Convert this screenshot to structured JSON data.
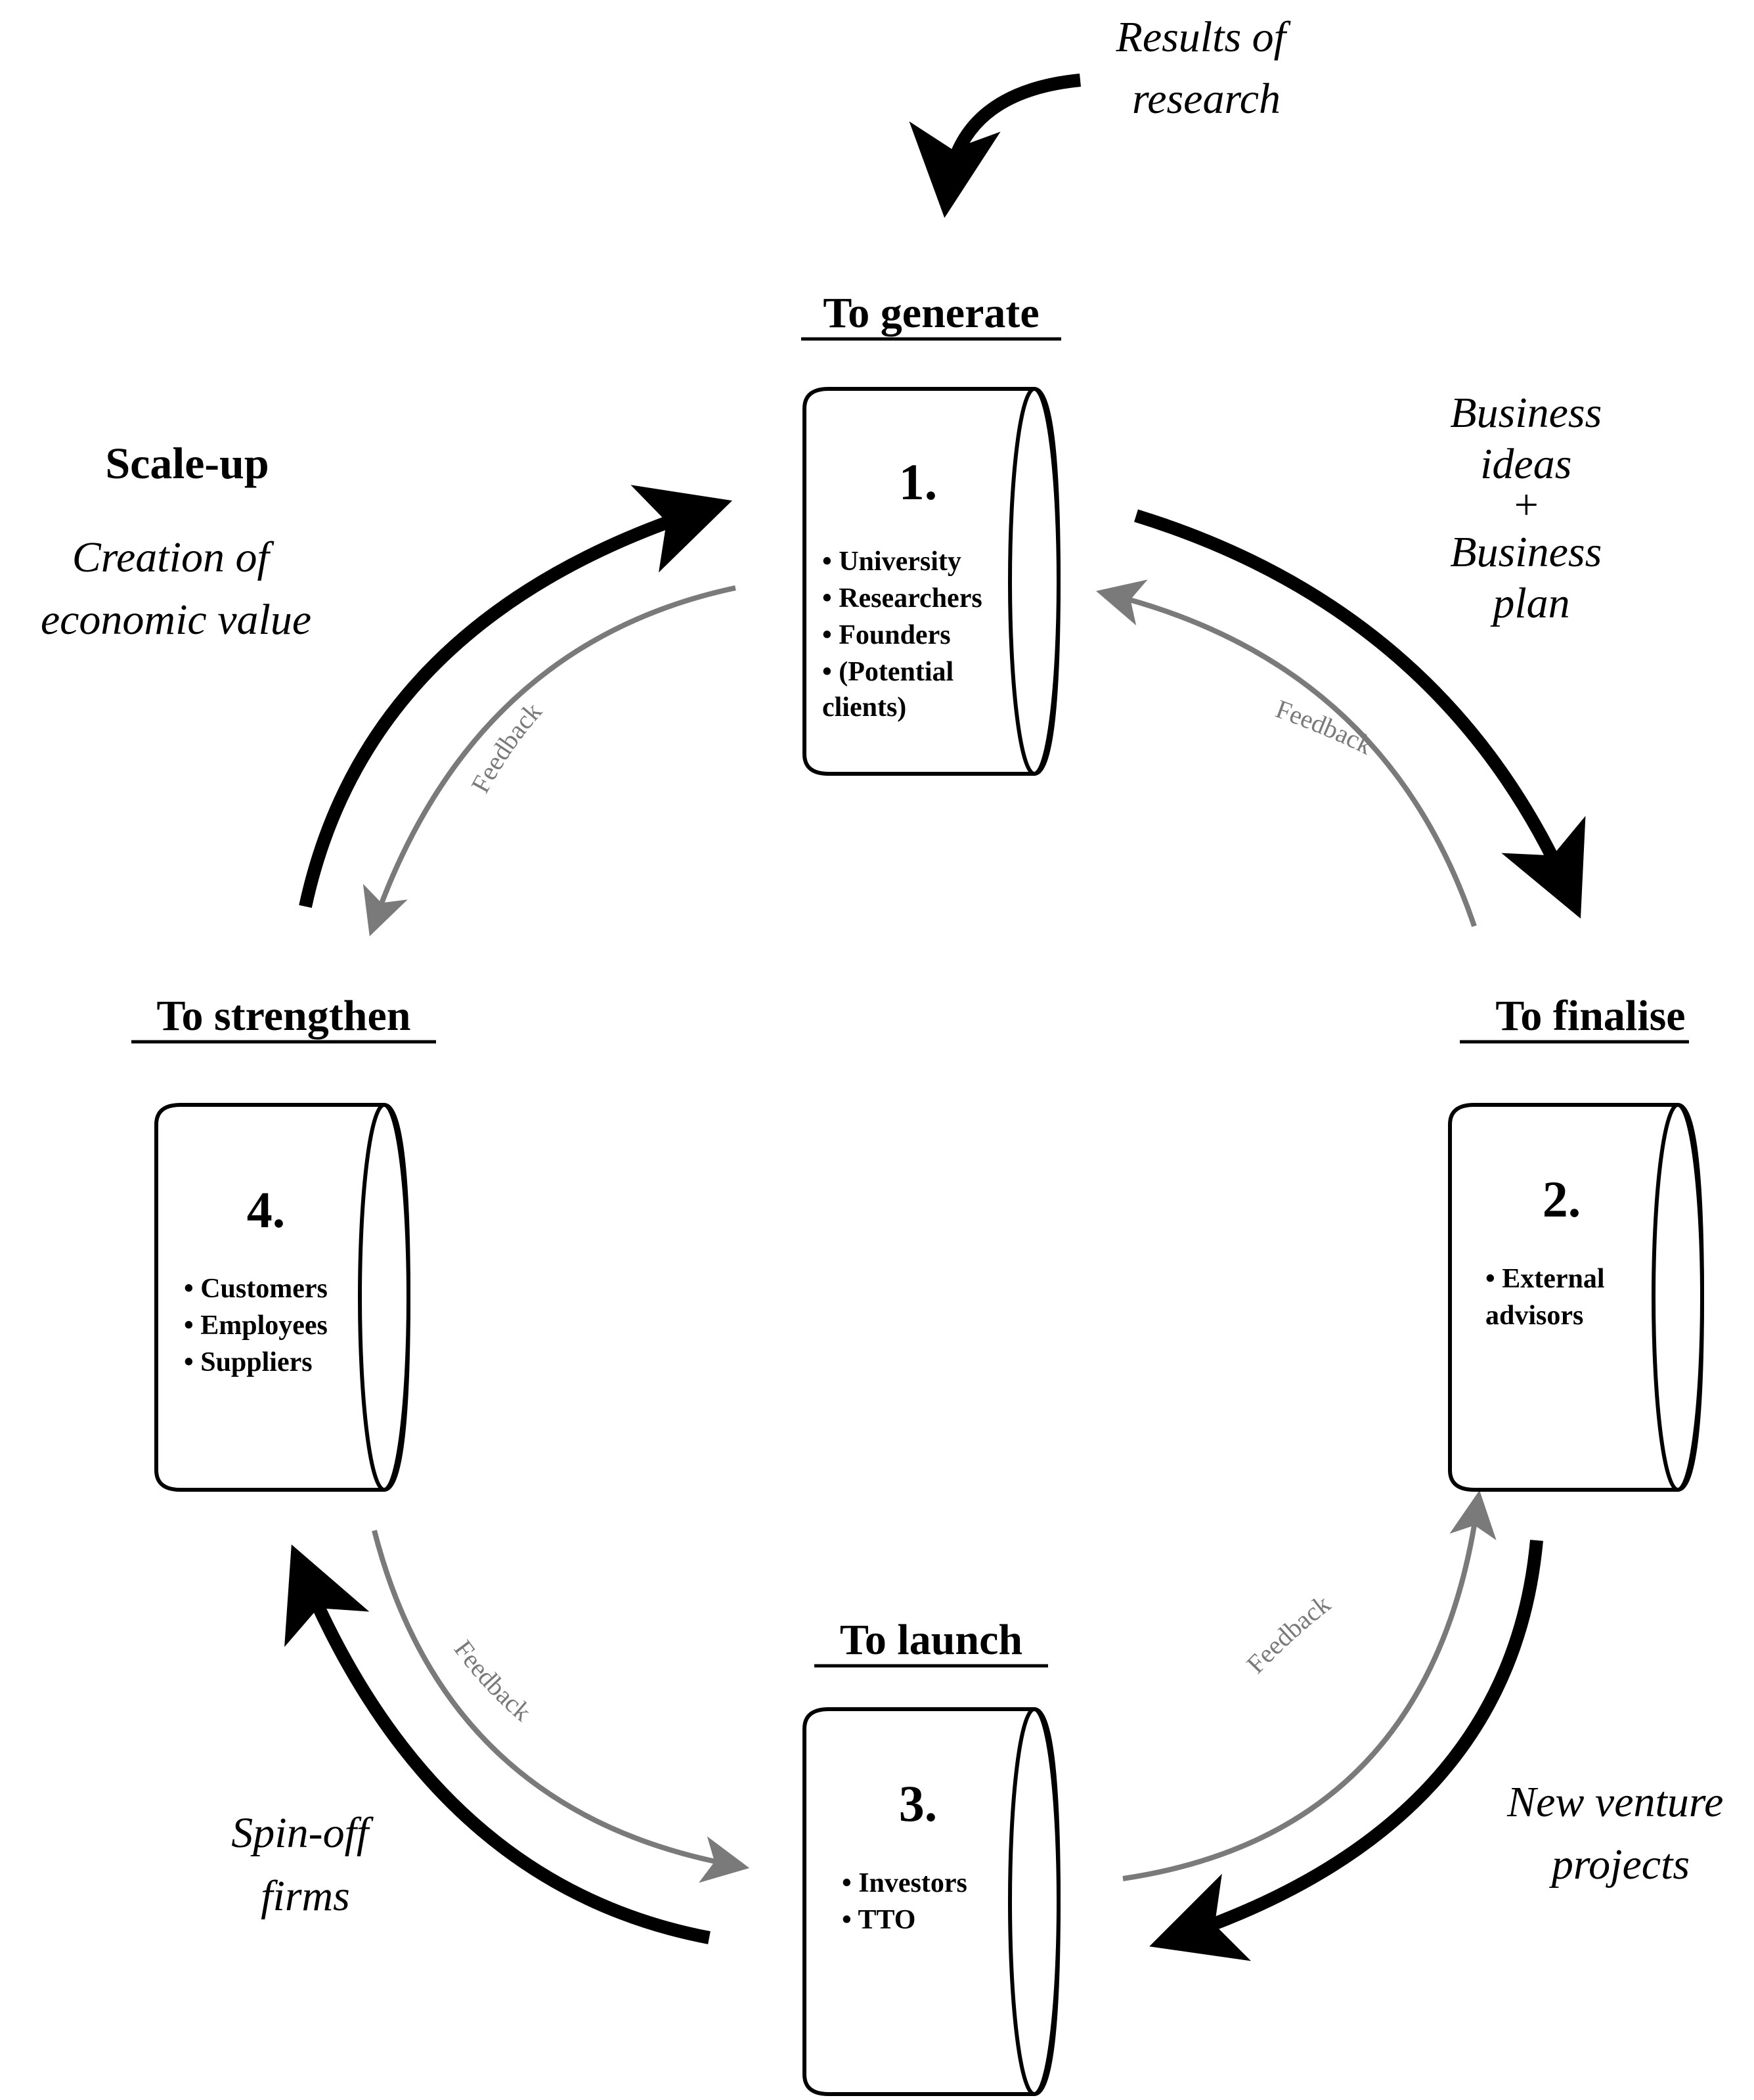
{
  "input_label": [
    "Results of",
    "research"
  ],
  "stages": [
    {
      "title": "To generate",
      "number": "1.",
      "actors": [
        "• University",
        "• Researchers",
        "• Founders",
        "• (Potential",
        "clients)"
      ]
    },
    {
      "title": "To finalise",
      "number": "2.",
      "actors": [
        "• External",
        "advisors"
      ]
    },
    {
      "title": "To launch",
      "number": "3.",
      "actors": [
        "• Investors",
        "• TTO"
      ]
    },
    {
      "title": "To strengthen",
      "number": "4.",
      "actors": [
        "• Customers",
        "• Employees",
        "• Suppliers"
      ]
    }
  ],
  "transitions": {
    "generate_to_finalise": [
      "Business",
      "ideas",
      "+",
      "Business",
      "plan"
    ],
    "finalise_to_launch": [
      "New venture",
      "projects"
    ],
    "launch_to_strengthen": [
      "Spin-off",
      "firms"
    ],
    "strengthen_to_generate": {
      "title": "Scale-up",
      "lines": [
        "Creation of",
        "economic value"
      ]
    }
  },
  "feedback_label": "Feedback",
  "colors": {
    "main_arrow": "#000000",
    "feedback_arrow": "#7a7a7a",
    "box_fill": "#ffffff"
  }
}
